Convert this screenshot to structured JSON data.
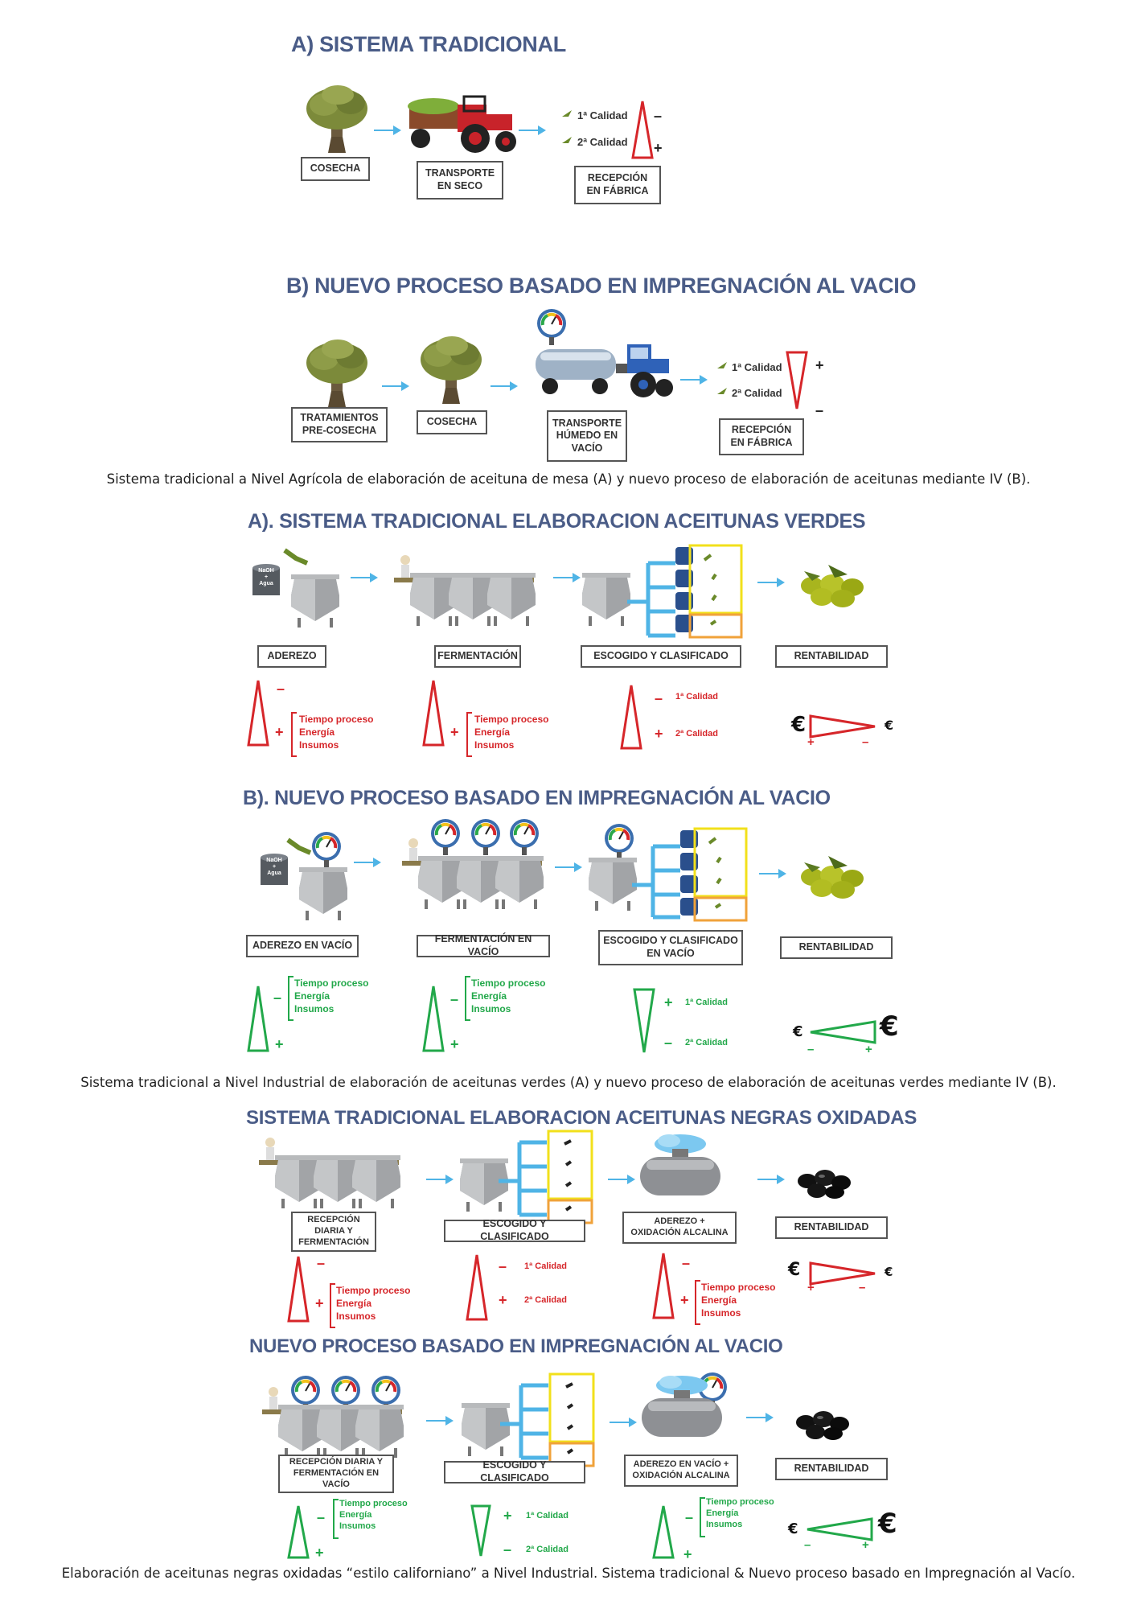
{
  "fig1": {
    "a_title": "A) SISTEMA TRADICIONAL",
    "a_labels": [
      "COSECHA",
      "TRANSPORTE\nEN SECO",
      "RECEPCIÓN\nEN FÁBRICA"
    ],
    "b_title": "B) NUEVO PROCESO BASADO EN IMPREGNACIÓN AL VACIO",
    "b_labels": [
      "TRATAMIENTOS\nPRE-COSECHA",
      "COSECHA",
      "TRANSPORTE\nHÚMEDO EN\nVACÍO",
      "RECEPCIÓN\nEN FÁBRICA"
    ],
    "quality1": "1ª Calidad",
    "quality2": "2ª Calidad",
    "caption": "Sistema tradicional a Nivel Agrícola de elaboración de aceituna de mesa (A) y nuevo proceso de elaboración de aceitunas mediante IV (B)."
  },
  "fig2": {
    "a_title": "A). SISTEMA TRADICIONAL ELABORACION ACEITUNAS VERDES",
    "a_labels": [
      "ADEREZO",
      "FERMENTACIÓN",
      "ESCOGIDO Y CLASIFICADO",
      "RENTABILIDAD"
    ],
    "b_title": "B). NUEVO PROCESO BASADO EN IMPREGNACIÓN AL VACIO",
    "b_labels": [
      "ADEREZO  EN VACÍO",
      "FERMENTACIÓN EN VACÍO",
      "ESCOGIDO Y CLASIFICADO\nEN VACÍO",
      "RENTABILIDAD"
    ],
    "factors": "Tiempo proceso\nEnergía\nInsumos",
    "naoh": "NaOH\n+\nAgua",
    "quality1": "1ª Calidad",
    "quality2": "2ª Calidad",
    "caption": "Sistema tradicional a Nivel Industrial de elaboración de aceitunas verdes (A) y nuevo proceso de elaboración de aceitunas verdes mediante IV (B)."
  },
  "fig3": {
    "a_title": "SISTEMA TRADICIONAL ELABORACION ACEITUNAS NEGRAS OXIDADAS",
    "a_labels": [
      "RECEPCIÓN\nDIARIA Y\nFERMENTACIÓN",
      "ESCOGIDO Y CLASIFICADO",
      "ADEREZO +\nOXIDACIÓN ALCALINA",
      "RENTABILIDAD"
    ],
    "b_title": "NUEVO PROCESO BASADO EN IMPREGNACIÓN AL VACIO",
    "b_labels": [
      "RECEPCIÓN DIARIA Y\nFERMENTACIÓN EN\nVACÍO",
      "ESCOGIDO Y CLASIFICADO",
      "ADEREZO EN VACÍO +\nOXIDACIÓN ALCALINA",
      "RENTABILIDAD"
    ],
    "factors": "Tiempo proceso\nEnergía\nInsumos",
    "quality1": "1ª Calidad",
    "quality2": "2ª Calidad",
    "caption": "Elaboración de aceitunas negras oxidadas “estilo californiano” a Nivel Industrial. Sistema tradicional & Nuevo proceso basado en Impregnación al Vacío."
  },
  "symbols": {
    "minus": "–",
    "plus": "+",
    "euro": "€"
  },
  "colors": {
    "title": "#4a5c87",
    "arrow": "#4fb4e6",
    "red": "#d6262a",
    "green": "#22a84a",
    "tank": "#9a9c9f",
    "tractor_red": "#c8232a",
    "tractor_blue": "#2f62b8",
    "olive_green": "#a8b51e"
  }
}
